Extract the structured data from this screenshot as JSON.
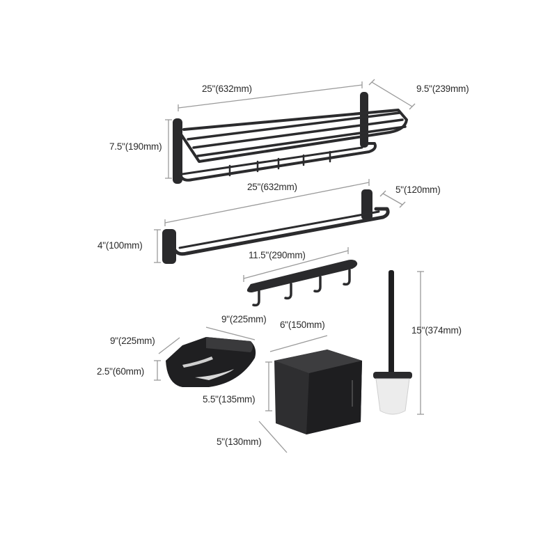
{
  "title": "Bathroom hardware set dimensions",
  "products": [
    {
      "name": "Double towel rack with hooks",
      "dimensions": {
        "length": "25\"(632mm)",
        "depth": "9.5\"(239mm)",
        "height": "7.5\"(190mm)"
      }
    },
    {
      "name": "Double towel bar",
      "dimensions": {
        "length": "25\"(632mm)",
        "depth": "5\"(120mm)",
        "height": "4\"(100mm)"
      }
    },
    {
      "name": "Robe hook rail (4 hooks)",
      "dimensions": {
        "length": "11.5\"(290mm)"
      }
    },
    {
      "name": "Corner shower shelf",
      "dimensions": {
        "side_a": "9\"(225mm)",
        "side_b": "9\"(225mm)",
        "height": "2.5\"(60mm)"
      }
    },
    {
      "name": "Toilet paper holder box",
      "dimensions": {
        "width": "6\"(150mm)",
        "height": "5.5\"(135mm)",
        "depth": "5\"(130mm)"
      }
    },
    {
      "name": "Toilet brush holder",
      "dimensions": {
        "height": "15\"(374mm)"
      }
    }
  ],
  "colors": {
    "finish": "#2b2b2d",
    "dimension_line": "#9a9a9a",
    "text": "#2a2a2a",
    "background": "#ffffff"
  }
}
